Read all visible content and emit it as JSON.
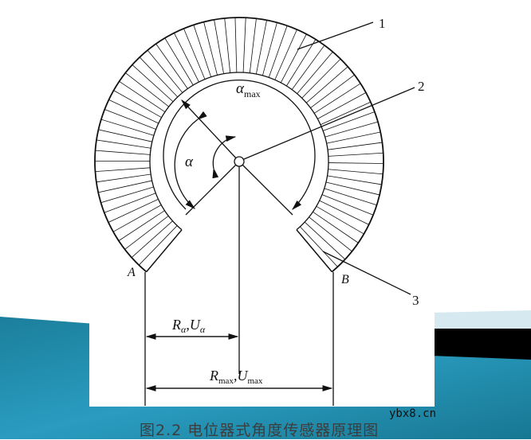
{
  "caption": "图2.2  电位器式角度传感器原理图",
  "watermark": "ybx8.cn",
  "labels": {
    "part1": "1",
    "part2": "2",
    "part3": "3",
    "end_a": "A",
    "end_b": "B",
    "alpha": "α",
    "alpha_max": "α",
    "alpha_max_sub": "max",
    "r_alpha": "R",
    "r_alpha_sub": "α",
    "u_alpha": ",U",
    "u_alpha_sub": "α",
    "r_max": "R",
    "r_max_sub": "max",
    "u_max": ",U",
    "u_max_sub": "max"
  },
  "colors": {
    "band": "#1f8aa8",
    "band_light": "#d6e9f0",
    "band_dark": "#000000"
  }
}
